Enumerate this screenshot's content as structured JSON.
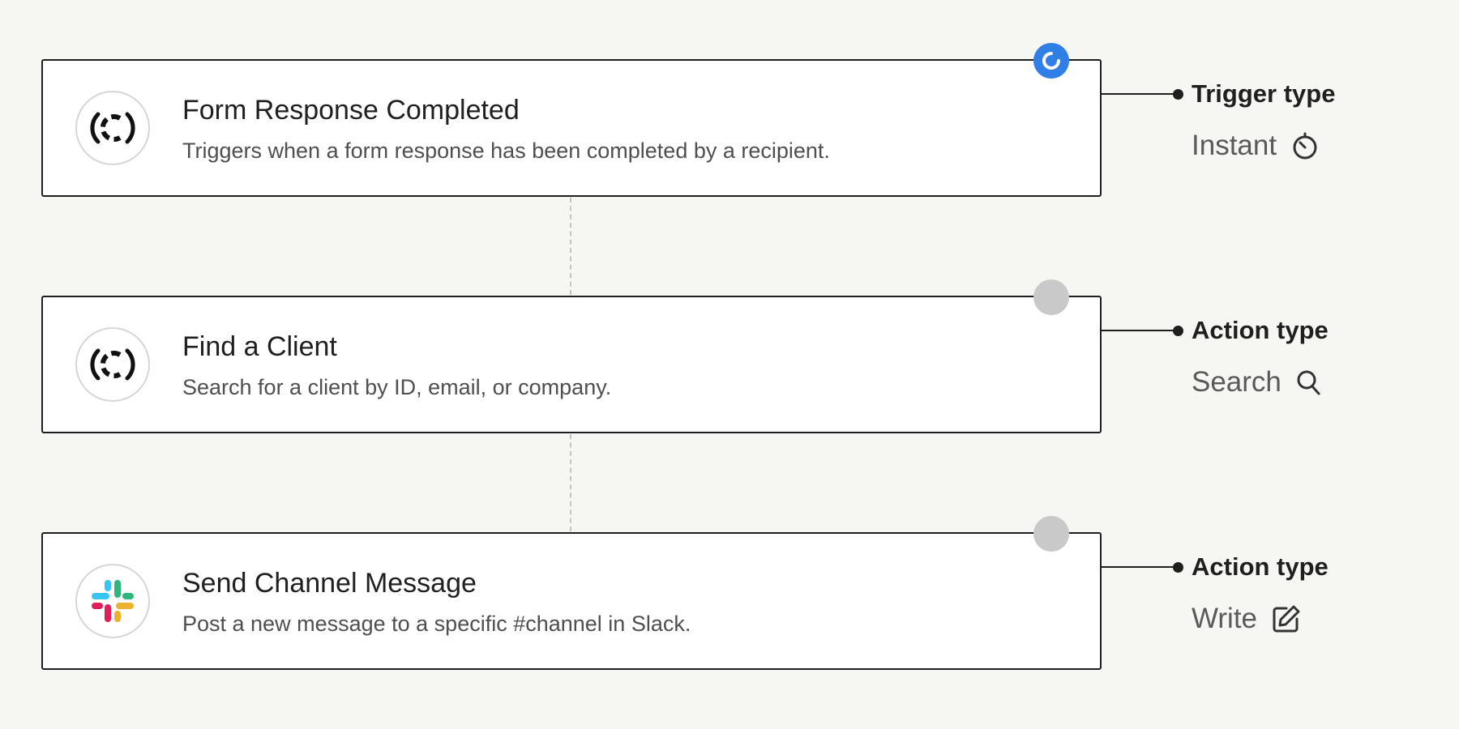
{
  "steps": [
    {
      "title": "Form Response Completed",
      "description": "Triggers when a form response has been completed by a recipient.",
      "app_icon": "clientjoy-c-icon",
      "status": "running",
      "type_label": "Trigger type",
      "type_value": "Instant",
      "type_icon": "timer-icon"
    },
    {
      "title": "Find a Client",
      "description": "Search for a client by ID, email, or company.",
      "app_icon": "clientjoy-c-icon",
      "status": "pending",
      "type_label": "Action type",
      "type_value": "Search",
      "type_icon": "search-icon"
    },
    {
      "title": "Send Channel Message",
      "description": "Post a new message to a specific #channel in Slack.",
      "app_icon": "slack-icon",
      "status": "pending",
      "type_label": "Action type",
      "type_value": "Write",
      "type_icon": "edit-icon"
    }
  ],
  "colors": {
    "active": "#2f7fe6",
    "pending": "#c9c9c9",
    "border": "#1f1f1f",
    "background": "#f6f6f3"
  }
}
